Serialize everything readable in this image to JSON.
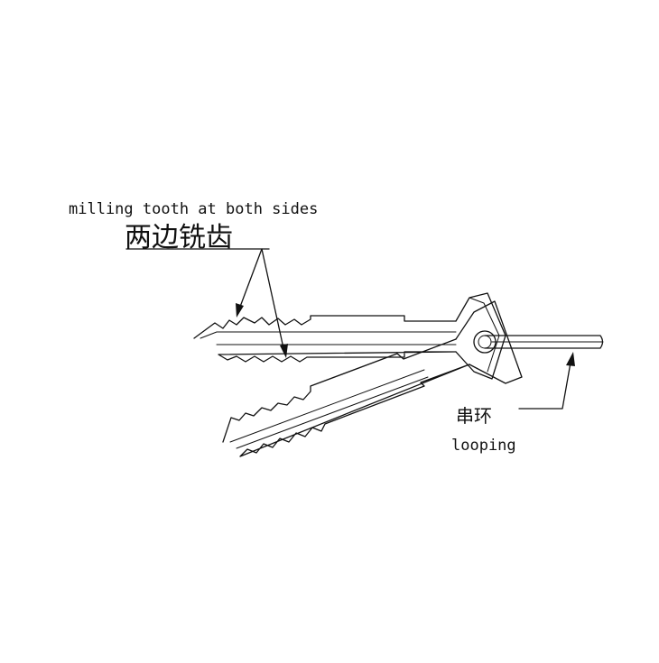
{
  "labels": {
    "milling_en": "milling tooth at both sides",
    "milling_cn": "两边铣齿",
    "looping_cn": "串环",
    "looping_en": "looping"
  },
  "colors": {
    "line": "#111111",
    "background": "#ffffff"
  }
}
